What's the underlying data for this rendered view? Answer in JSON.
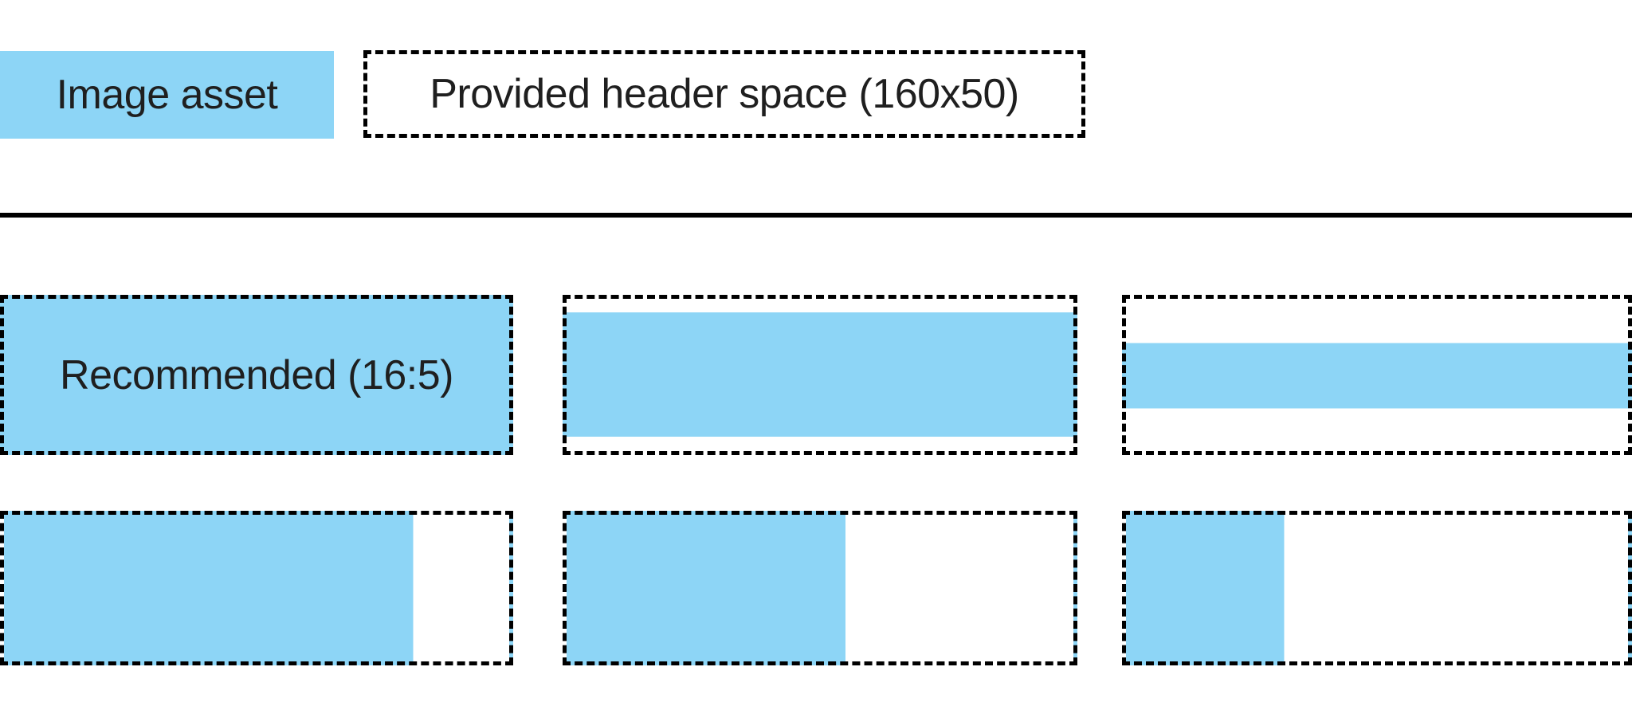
{
  "colors": {
    "asset_blue": "#8DD5F6",
    "border_black": "#000000",
    "text": "#1F1F1F",
    "divider": "#000000"
  },
  "legend": {
    "image_asset": {
      "label": "Image asset",
      "fill_css": "#8DD5F6"
    },
    "header_space": {
      "label": "Provided header space (160x50)"
    }
  },
  "examples": {
    "grid": [
      {
        "name": "recommended-16-5",
        "label": "Recommended (16:5)",
        "fill_css": "#8DD5F6"
      },
      {
        "name": "full-width-slight-letterbox",
        "fill_css": "linear-gradient(to bottom, transparent 9%, #8DD5F6 9%, #8DD5F6 90.5%, transparent 90.5%)"
      },
      {
        "name": "full-width-thin-strip-centered",
        "fill_css": "linear-gradient(to bottom, transparent 29%, #8DD5F6 29%, #8DD5F6 72%, transparent 72%)"
      },
      {
        "name": "full-height-partial-width-large",
        "fill_css": "linear-gradient(to right, #8DD5F6 81%, transparent 81%)"
      },
      {
        "name": "full-height-partial-width-medium",
        "fill_css": "linear-gradient(to right, #8DD5F6 55%, transparent 55%)"
      },
      {
        "name": "full-height-partial-width-small",
        "fill_css": "linear-gradient(to right, #8DD5F6 31.5%, transparent 31.5%)"
      }
    ]
  }
}
